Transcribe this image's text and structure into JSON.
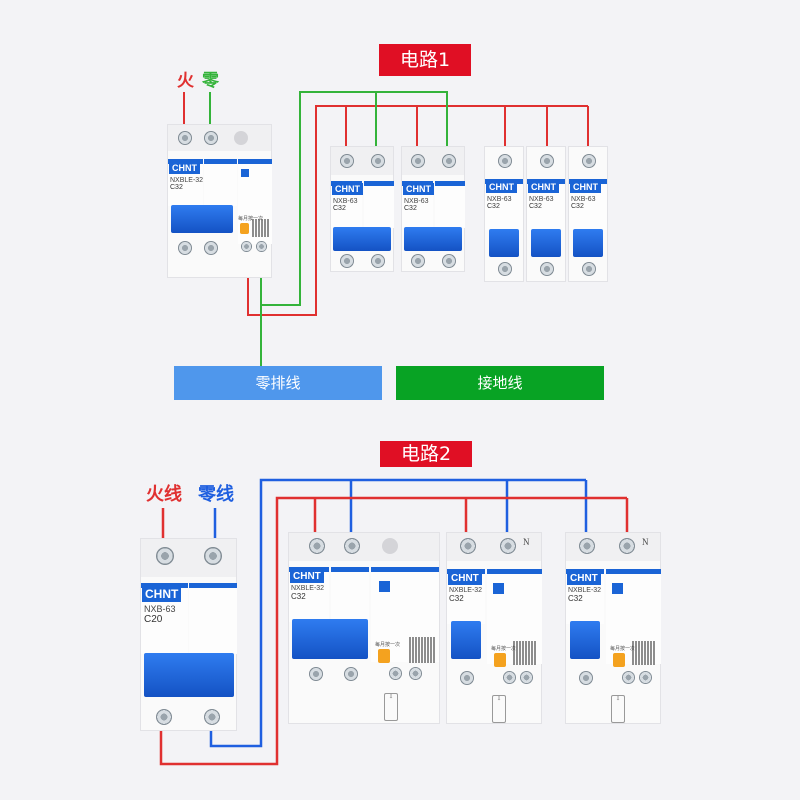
{
  "circuit1": {
    "title": "电路1",
    "labels": {
      "live": "火",
      "neutral": "零"
    },
    "bars": {
      "neutral_bar": "零排线",
      "ground_bar": "接地线"
    },
    "main_breaker": {
      "brand": "CHNT",
      "model": "NXBLE-32",
      "rating": "C32",
      "test_label": "每月按一次"
    },
    "branch_2p": [
      {
        "brand": "CHNT",
        "model": "NXB-63",
        "rating": "C32"
      },
      {
        "brand": "CHNT",
        "model": "NXB-63",
        "rating": "C32"
      }
    ],
    "branch_1p": [
      {
        "brand": "CHNT",
        "model": "NXB-63",
        "rating": "C32"
      },
      {
        "brand": "CHNT",
        "model": "NXB-63",
        "rating": "C32"
      },
      {
        "brand": "CHNT",
        "model": "NXB-63",
        "rating": "C32"
      }
    ]
  },
  "circuit2": {
    "title": "电路2",
    "labels": {
      "live": "火线",
      "neutral": "零线"
    },
    "main_breaker": {
      "brand": "CHNT",
      "model": "NXB-63",
      "rating": "C20"
    },
    "rcbo": [
      {
        "brand": "CHNT",
        "model": "NXBLE-32",
        "rating": "C32",
        "test_label": "每月按一次",
        "n_mark": ""
      },
      {
        "brand": "CHNT",
        "model": "NXBLE-32",
        "rating": "C32",
        "test_label": "每月按一次",
        "n_mark": "N"
      },
      {
        "brand": "CHNT",
        "model": "NXBLE-32",
        "rating": "C32",
        "test_label": "每月按一次",
        "n_mark": "N"
      }
    ]
  },
  "colors": {
    "live": "#e03030",
    "neutral_c1": "#34b33a",
    "neutral_c2": "#1f5fe0",
    "title_bg": "#e00f24",
    "neutral_bar": "#4f97ec",
    "ground_bar": "#08a324",
    "brand_blue": "#1a64d6"
  }
}
